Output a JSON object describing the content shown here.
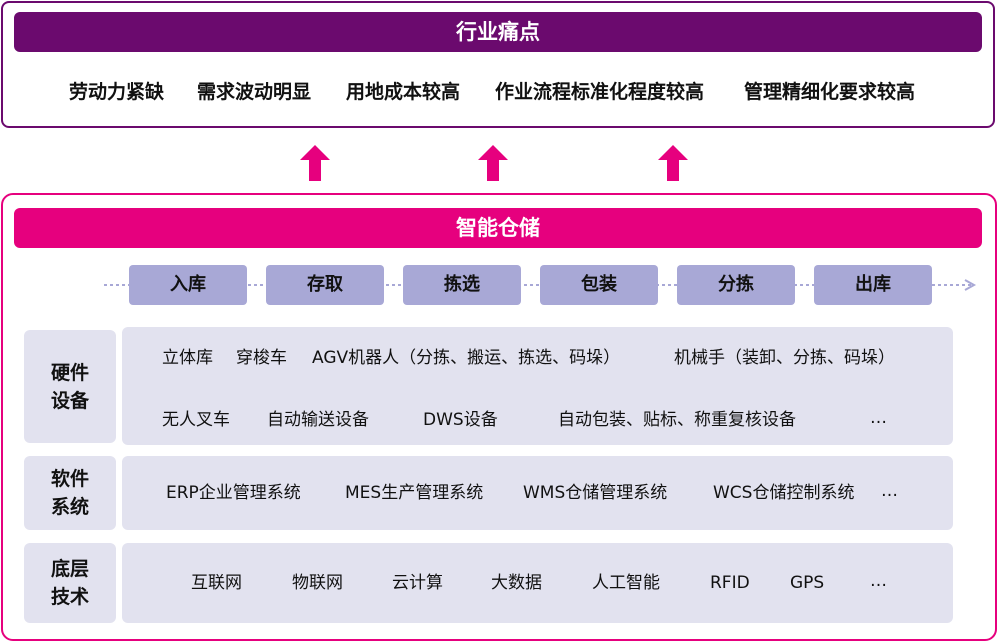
{
  "pain_points": {
    "title": "行业痛点",
    "items": [
      "劳动力紧缺",
      "需求波动明显",
      "用地成本较高",
      "作业流程标准化程度较高",
      "管理精细化要求较高"
    ]
  },
  "smart_storage": {
    "title": "智能仓储",
    "flow": [
      "入库",
      "存取",
      "拣选",
      "包装",
      "分拣",
      "出库"
    ]
  },
  "layers": [
    {
      "label": "硬件设备",
      "line1": [
        "立体库",
        "穿梭车",
        "AGV机器人（分拣、搬运、拣选、码垛）",
        "机械手（装卸、分拣、码垛）"
      ],
      "line2": [
        "无人叉车",
        "自动输送设备",
        "DWS设备",
        "自动包装、贴标、称重复核设备",
        "…"
      ]
    },
    {
      "label": "软件系统",
      "items": [
        "ERP企业管理系统",
        "MES生产管理系统",
        "WMS仓储管理系统",
        "WCS仓储控制系统",
        "…"
      ]
    },
    {
      "label": "底层技术",
      "items": [
        "互联网",
        "物联网",
        "云计算",
        "大数据",
        "人工智能",
        "RFID",
        "GPS",
        "…"
      ]
    }
  ],
  "colors": {
    "dark_purple": "#6b0a6e",
    "magenta": "#e6007e",
    "flow_box": "#a8a8d6",
    "row_bg": "#e2e2ef"
  }
}
